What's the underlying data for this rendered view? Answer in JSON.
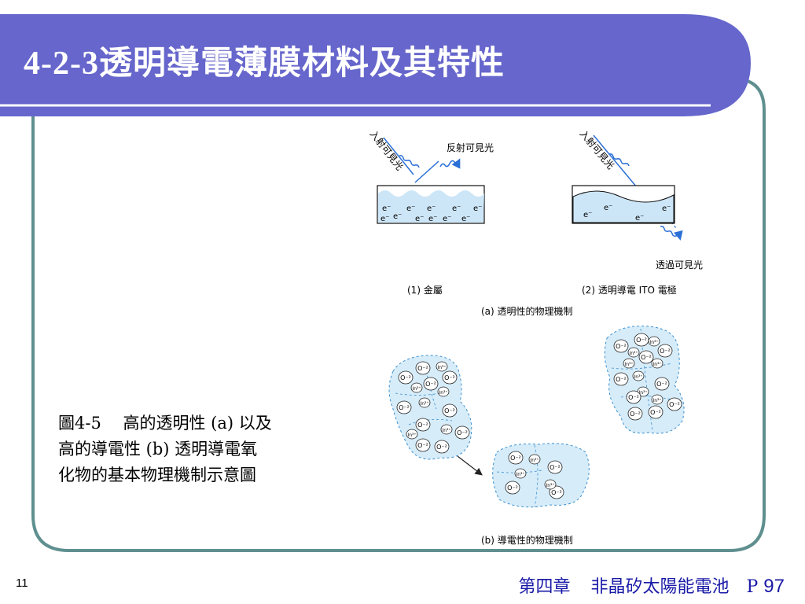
{
  "slide": {
    "title": "4-2-3透明導電薄膜材料及其特性",
    "caption_lines": [
      "圖4-5　 高的透明性 (a) 以及",
      "高的導電性 (b) 透明導電氧",
      "化物的基本物理機制示意圖"
    ],
    "slide_number": "11",
    "footer": {
      "chapter": "第四章",
      "topic": "非晶矽太陽能電池",
      "page_label": "P",
      "page_number": "97"
    }
  },
  "diagram": {
    "panel_a": {
      "metal": {
        "incident_label": "入射可見光",
        "reflected_label": "反射可見光",
        "caption": "(1) 金屬",
        "electron": "e⁻"
      },
      "ito": {
        "incident_label": "入射可見光",
        "transmitted_label": "透過可見光",
        "caption": "(2) 透明導電 ITO 電極",
        "electron": "e⁻"
      },
      "caption": "(a) 透明性的物理機制"
    },
    "panel_b": {
      "oxygen_label": "O⁻²",
      "indium_label": "In³⁺",
      "caption": "(b) 導電性的物理機制"
    }
  },
  "colors": {
    "title_bar": "#6666cc",
    "frame_border": "#5f8f8f",
    "footer_text": "#1a1aa8",
    "film_fill": "#cde6f7",
    "arrow_blue": "#2a6fd6"
  }
}
